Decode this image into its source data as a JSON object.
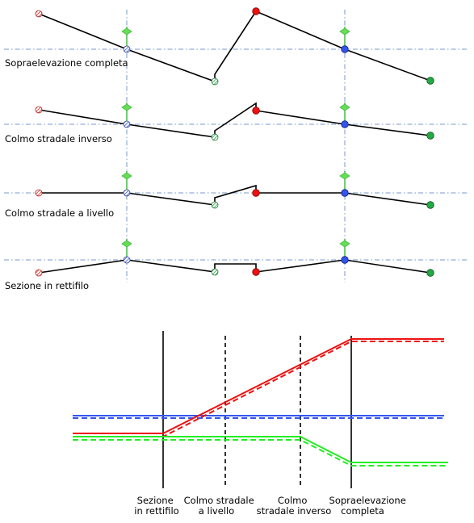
{
  "cross_sections": [
    {
      "label": "Sopraelevazione completa"
    },
    {
      "label": "Colmo stradale inverso"
    },
    {
      "label": "Colmo stradale a livello"
    },
    {
      "label": "Sezione in rettifilo"
    }
  ],
  "profile_labels": [
    {
      "lines": [
        "Sezione",
        "in rettifilo"
      ]
    },
    {
      "lines": [
        "Colmo stradale",
        "a livello"
      ]
    },
    {
      "lines": [
        "Colmo",
        "stradale inverso"
      ]
    },
    {
      "lines": [
        "Sopraelevazione",
        "completa"
      ]
    }
  ],
  "colors": {
    "red": "#ee1111",
    "blue": "#3355ee",
    "green": "#22ee22",
    "marker_green": "#22aa44",
    "axis_dash": "#7799cc",
    "pole": "#44bb44",
    "line": "#000000"
  }
}
